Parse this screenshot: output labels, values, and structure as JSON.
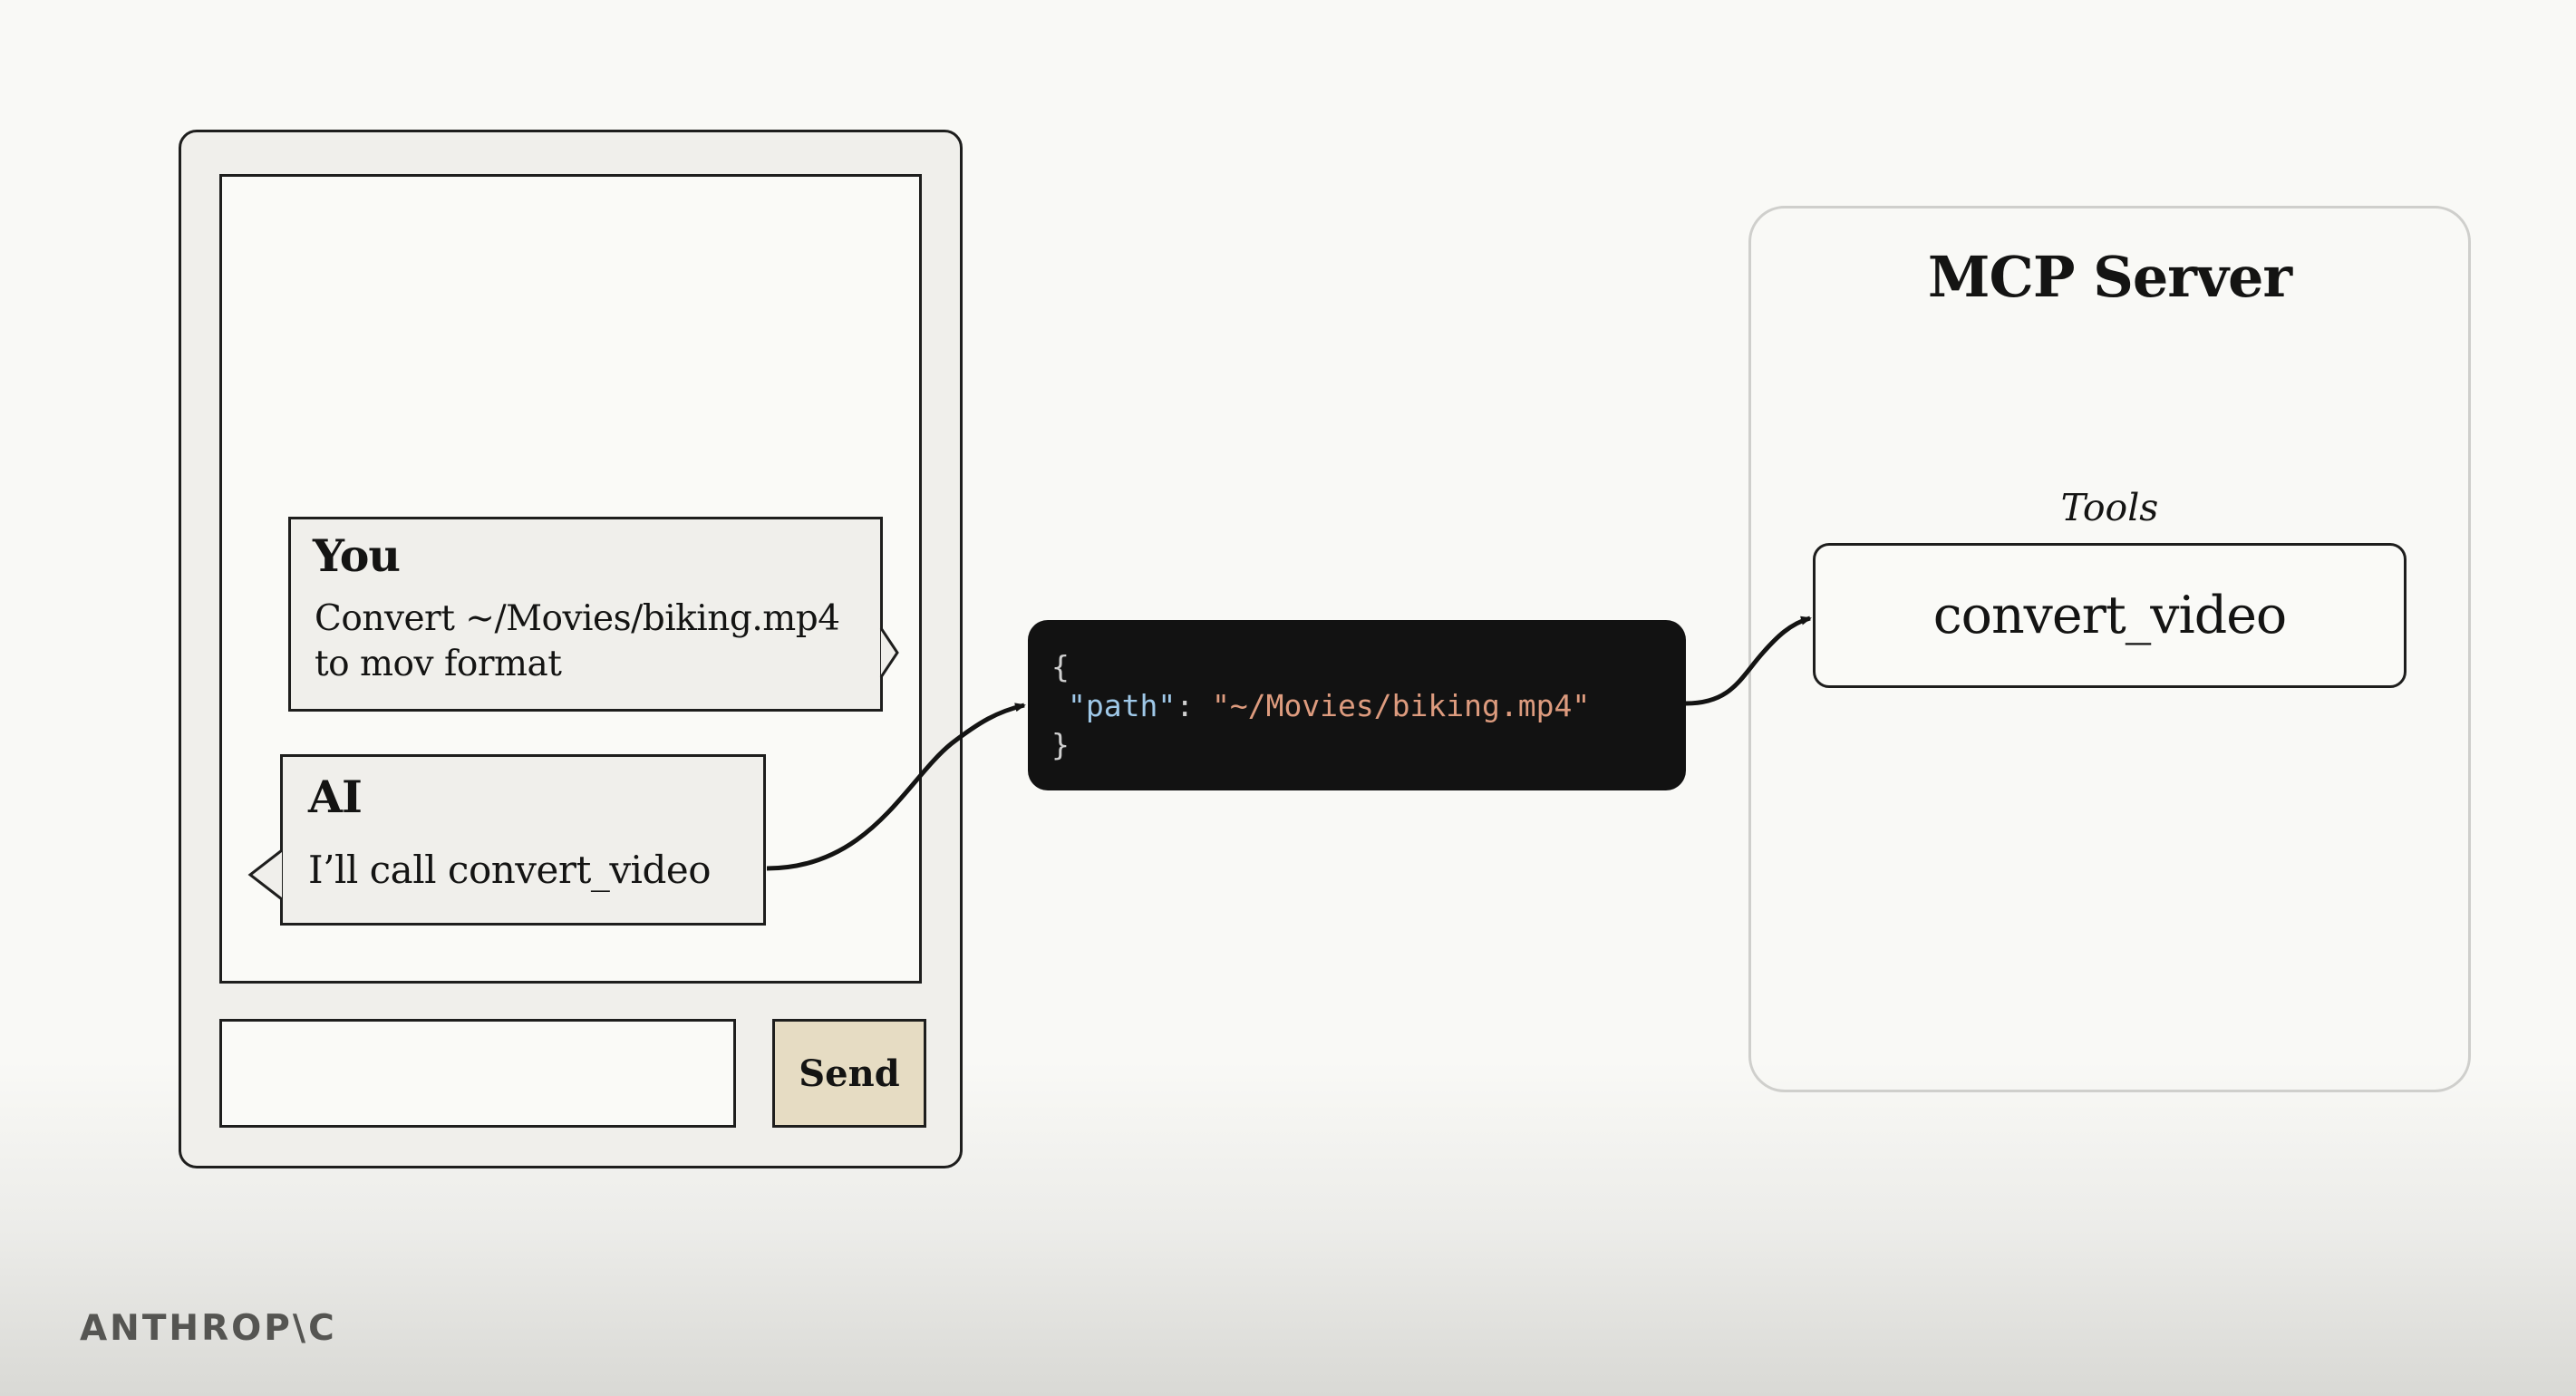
{
  "client": {
    "user_message": {
      "sender": "You",
      "line1": "Convert ~/Movies/biking.mp4",
      "line2": "to mov format"
    },
    "ai_message": {
      "sender": "AI",
      "text": "I’ll call convert_video"
    },
    "send_label": "Send"
  },
  "tool_call": {
    "open_brace": "{",
    "key": "\"path\"",
    "colon": ": ",
    "value": "\"~/Movies/biking.mp4\"",
    "close_brace": "}"
  },
  "server": {
    "title": "MCP Server",
    "tools_label": "Tools",
    "tool_name": "convert_video"
  },
  "brand": "ANTHROP\\C"
}
